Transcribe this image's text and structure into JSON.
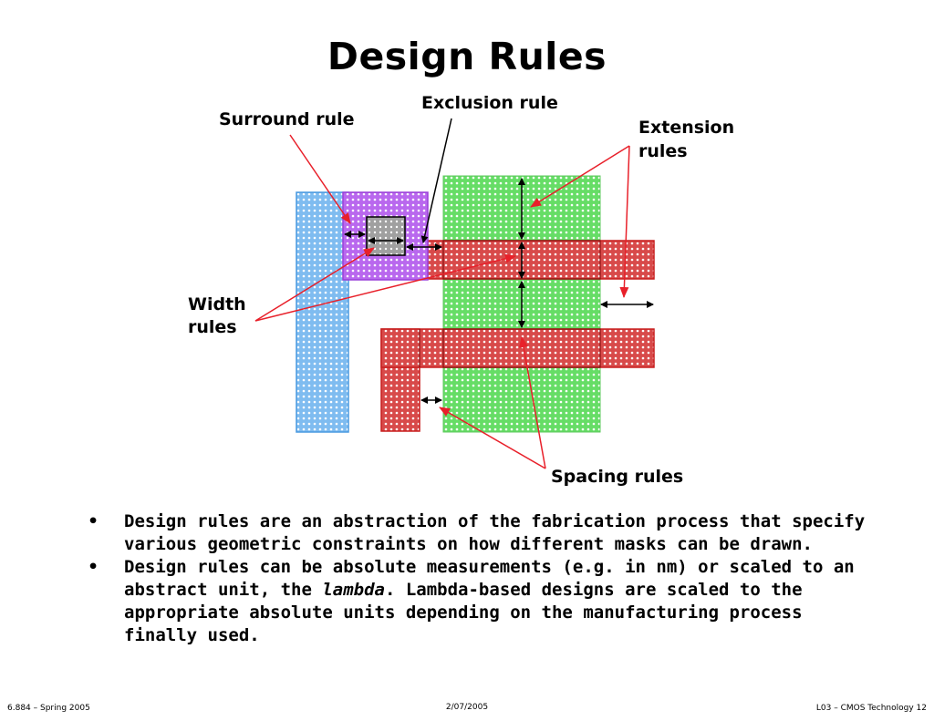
{
  "title": "Design Rules",
  "labels": {
    "surround": "Surround rule",
    "exclusion": "Exclusion rule",
    "extension_line1": "Extension",
    "extension_line2": "rules",
    "width_line1": "Width",
    "width_line2": "rules",
    "spacing": "Spacing rules"
  },
  "bullets": [
    {
      "marker": "•",
      "text_before": "Design rules are an abstraction of the fabrication process that specify various geometric constraints on how different masks can be drawn.",
      "emphasis": "",
      "text_after": ""
    },
    {
      "marker": "•",
      "text_before": "Design rules can be absolute measurements (e.g. in nm) or scaled to an abstract unit, the ",
      "emphasis": "lambda",
      "text_after": ".  Lambda-based designs are scaled to the appropriate absolute units depending on the manufacturing process finally used."
    }
  ],
  "footer": {
    "left": "6.884 – Spring 2005",
    "center": "2/07/2005",
    "right": "L03 – CMOS Technology  12"
  },
  "colors": {
    "blue_layer": "#a8d4f8",
    "purple_layer": "#c48af0",
    "green_layer": "#8ee68e",
    "red_layer": "#e26c6c",
    "contact": "#b4b4b4",
    "annotation": "#e8202a"
  }
}
